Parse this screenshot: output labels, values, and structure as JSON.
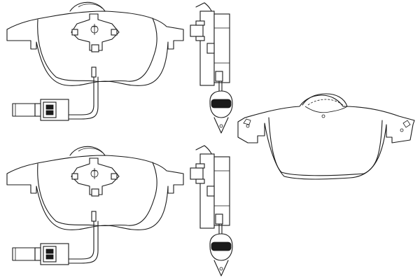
{
  "drawing": {
    "background": "#ffffff",
    "line_color": "#1a1a1a",
    "views": [
      {
        "name": "front-view-pad-with-sensor",
        "icon": "brake-pad-front-icon"
      },
      {
        "name": "side-view-pad-with-sensor",
        "icon": "brake-pad-side-icon"
      },
      {
        "name": "front-view-pad-without-sensor",
        "icon": "brake-pad-plain-icon"
      }
    ]
  }
}
